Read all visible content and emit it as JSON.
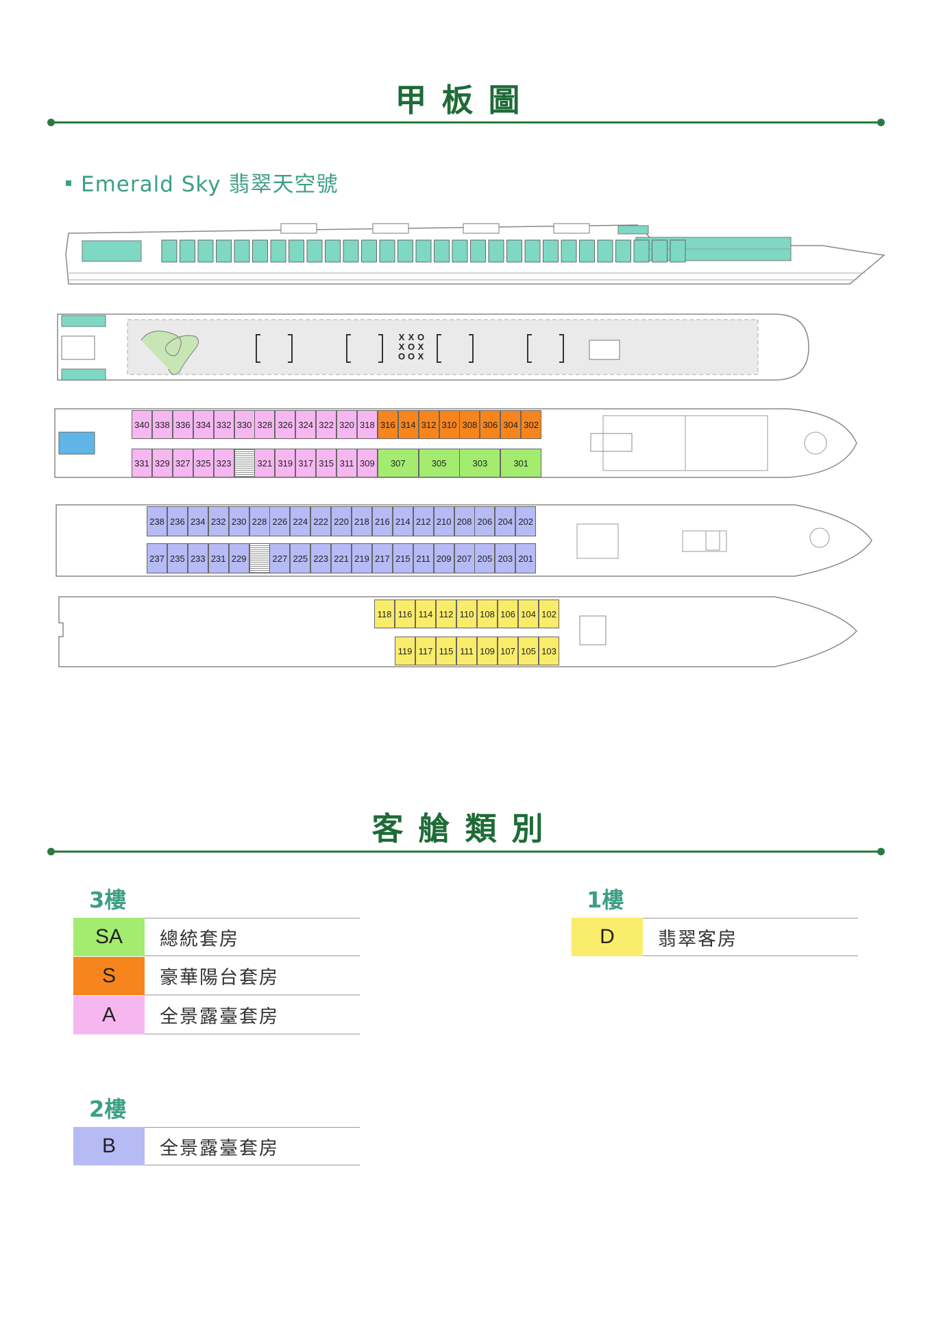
{
  "header": {
    "title": "甲板圖",
    "ship_name": "Emerald Sky 翡翠天空號"
  },
  "colors": {
    "SA": "#a3ec70",
    "S": "#f7851e",
    "A": "#f6b7f1",
    "B": "#b6baf5",
    "D": "#f9ec6a"
  },
  "deck_plan": {
    "sundeck_game_marks": [
      "X",
      "X",
      "O",
      "X",
      "O",
      "X",
      "O",
      "O",
      "X"
    ],
    "deck3_top": [
      "340",
      "338",
      "336",
      "334",
      "332",
      "330",
      "328",
      "326",
      "324",
      "322",
      "320",
      "318",
      "316",
      "314",
      "312",
      "310",
      "308",
      "306",
      "304",
      "302"
    ],
    "deck3_bottom_a": [
      "331",
      "329",
      "327",
      "325",
      "323"
    ],
    "deck3_bottom_b": [
      "321",
      "319",
      "317",
      "315",
      "311",
      "309"
    ],
    "deck3_bottom_sa": [
      "307",
      "305",
      "303",
      "301"
    ],
    "deck2_top": [
      "238",
      "236",
      "234",
      "232",
      "230",
      "228",
      "226",
      "224",
      "222",
      "220",
      "218",
      "216",
      "214",
      "212",
      "210",
      "208",
      "206",
      "204",
      "202"
    ],
    "deck2_bottom_a": [
      "237",
      "235",
      "233",
      "231",
      "229"
    ],
    "deck2_bottom_b": [
      "227",
      "225",
      "223",
      "221",
      "219",
      "217",
      "215",
      "211",
      "209",
      "207",
      "205",
      "203",
      "201"
    ],
    "deck1_top": [
      "118",
      "116",
      "114",
      "112",
      "110",
      "108",
      "106",
      "104",
      "102"
    ],
    "deck1_bottom": [
      "119",
      "117",
      "115",
      "111",
      "109",
      "107",
      "105",
      "103"
    ]
  },
  "legend": {
    "title": "客艙類別",
    "floor3": {
      "label": "3樓",
      "rows": [
        {
          "code": "SA",
          "name": "總統套房"
        },
        {
          "code": "S",
          "name": "豪華陽台套房"
        },
        {
          "code": "A",
          "name": "全景露臺套房"
        }
      ]
    },
    "floor2": {
      "label": "2樓",
      "rows": [
        {
          "code": "B",
          "name": "全景露臺套房"
        }
      ]
    },
    "floor1": {
      "label": "1樓",
      "rows": [
        {
          "code": "D",
          "name": "翡翠客房"
        }
      ]
    }
  }
}
